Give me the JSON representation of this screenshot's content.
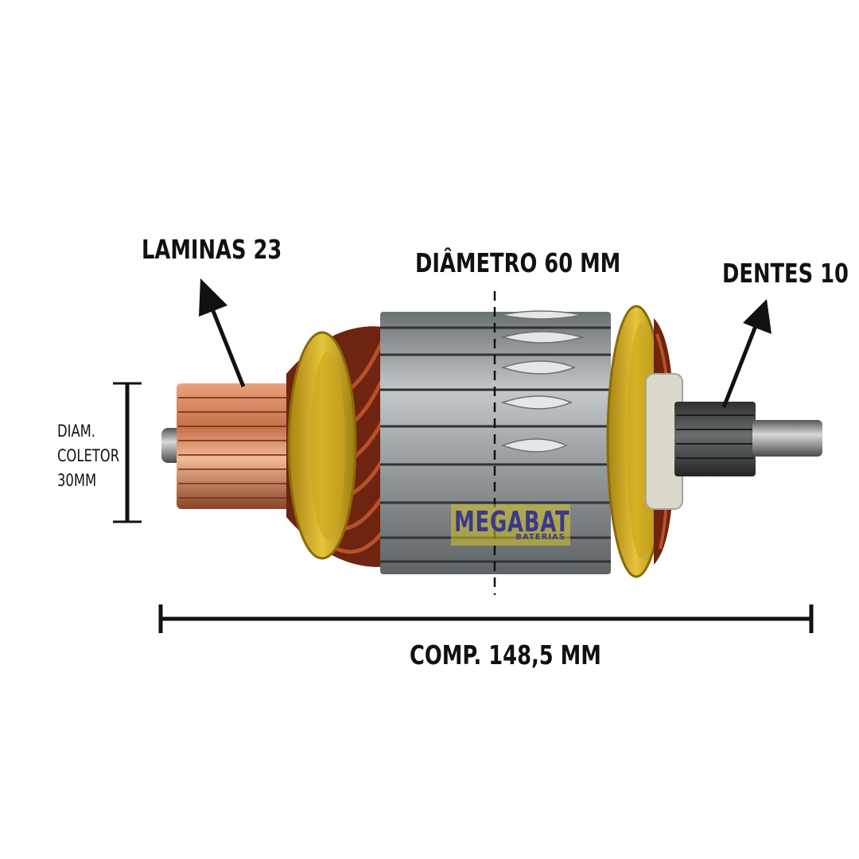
{
  "labels": {
    "laminas": "LAMINAS 23",
    "diametro": "DIÂMETRO 60 MM",
    "dentes": "DENTES 10",
    "comprimento": "COMP. 148,5 MM",
    "diam_coletor_line1": "DIAM.",
    "diam_coletor_line2": "COLETOR",
    "diam_coletor_line3": "30MM"
  },
  "watermark": {
    "brand": "MEGABAT",
    "sub": "BATERIAS"
  },
  "colors": {
    "copper": "#c8734a",
    "steel": "#9ea3a6",
    "insulator": "#d9b420",
    "winding": "#7a2a14",
    "annotation": "#111111"
  }
}
